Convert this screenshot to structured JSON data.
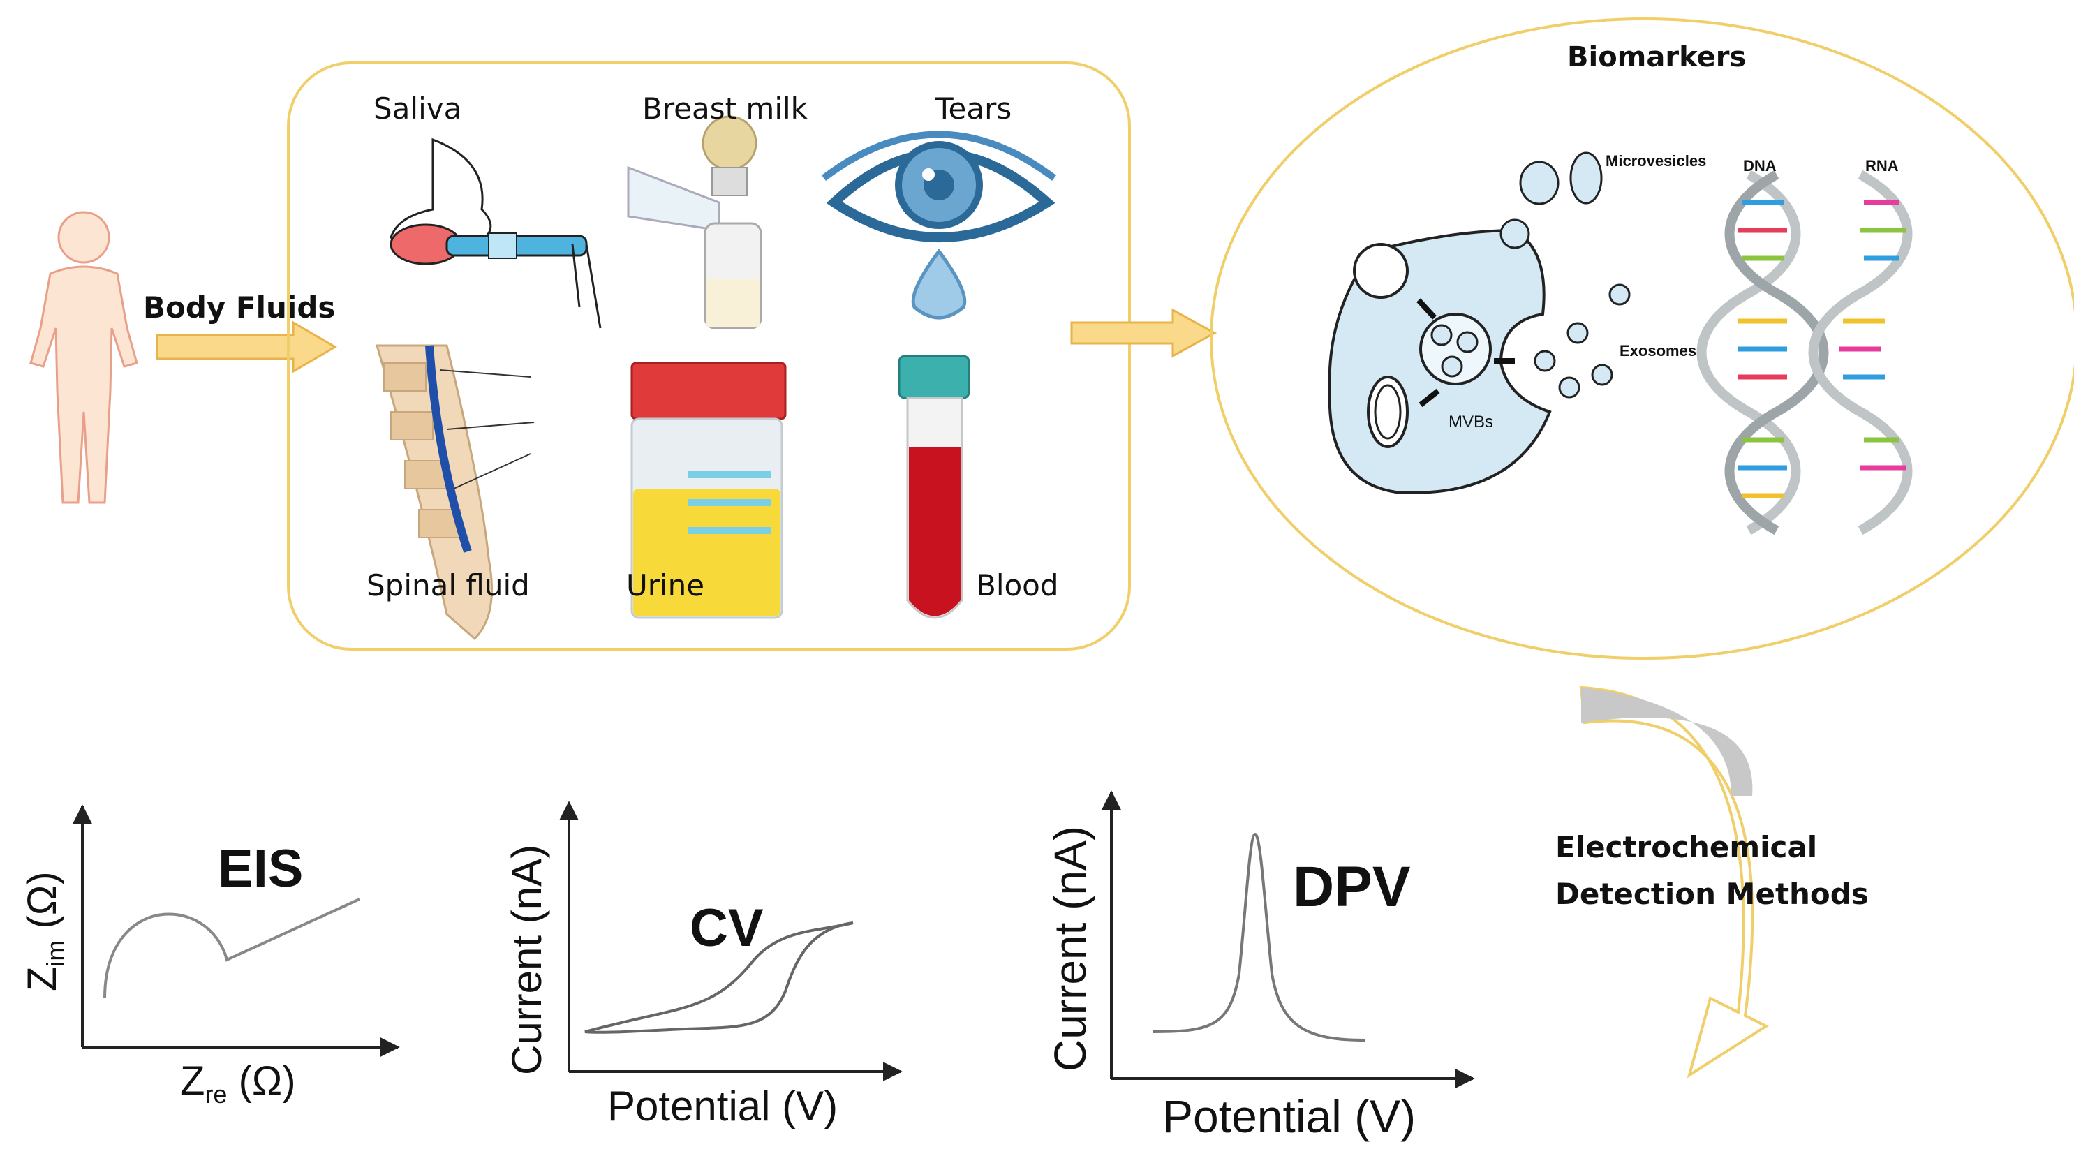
{
  "colors": {
    "frame": "#f0cf6a",
    "arrow": "#fbd98a",
    "arrow_stroke": "#e8b44a",
    "cell": "#d5e9f5",
    "cell_stroke": "#222222",
    "curved_arrow_gray": "#c8c8c8"
  },
  "input": {
    "title": "Body Fluids",
    "icon": "human-figure-icon"
  },
  "fluids": [
    {
      "label": "Saliva",
      "icon": "saliva-swab-icon"
    },
    {
      "label": "Breast milk",
      "icon": "breast-pump-icon"
    },
    {
      "label": "Tears",
      "icon": "eye-tear-icon"
    },
    {
      "label": "Spinal fluid",
      "icon": "spine-needle-icon"
    },
    {
      "label": "Urine",
      "icon": "urine-cup-icon"
    },
    {
      "label": "Blood",
      "icon": "blood-tube-icon"
    }
  ],
  "biomarkers": {
    "title": "Biomarkers",
    "microvesicles": "Microvesicles",
    "exosomes": "Exosomes",
    "mvbs": "MVBs",
    "dna": "DNA",
    "rna": "RNA"
  },
  "methods": {
    "title_line1": "Electrochemical",
    "title_line2": "Detection Methods"
  },
  "plots": {
    "eis": {
      "title": "EIS",
      "y_main": "Z",
      "y_sub": "im",
      "y_unit": " (Ω)",
      "x_main": "Z",
      "x_sub": "re",
      "x_unit": " (Ω)"
    },
    "cv": {
      "title": "CV",
      "ylabel": "Current (nA)",
      "xlabel": "Potential (V)"
    },
    "dpv": {
      "title": "DPV",
      "ylabel": "Current (nA)",
      "xlabel": "Potential (V)"
    }
  }
}
